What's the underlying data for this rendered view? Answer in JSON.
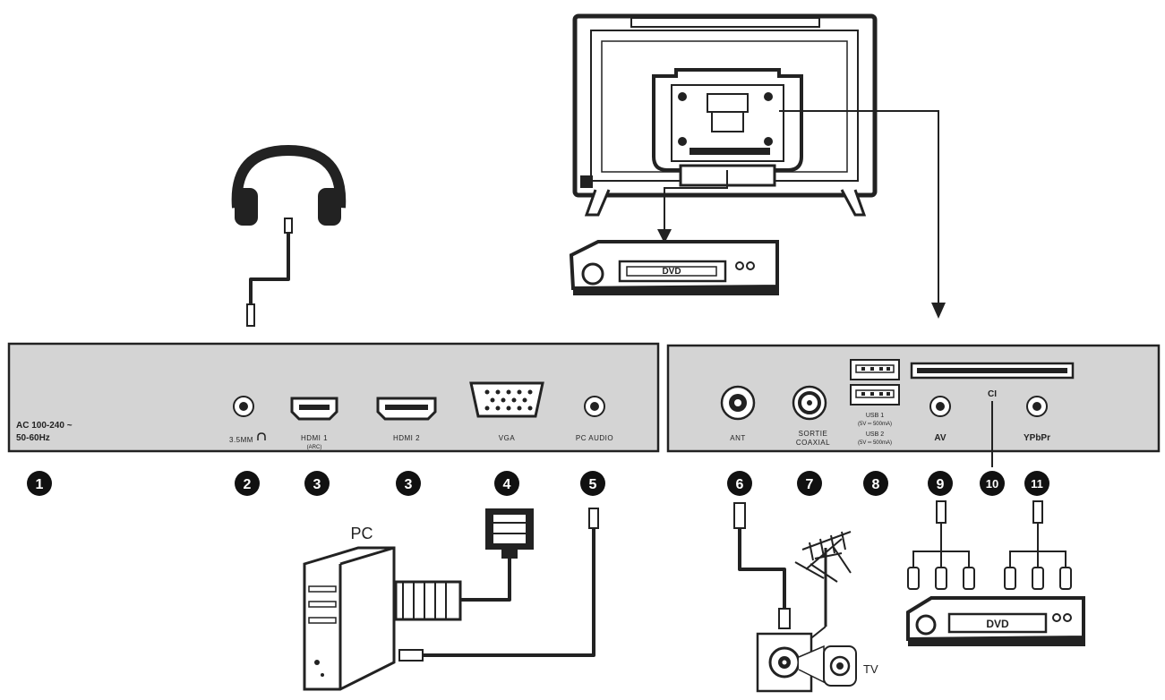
{
  "left_panel": {
    "power_label_line1": "AC 100-240 ~",
    "power_label_line2": "50-60Hz",
    "ports": {
      "headphone": "3.5MM",
      "hdmi1": "HDMI 1",
      "hdmi1_sub": "(ARC)",
      "hdmi2": "HDMI 2",
      "vga": "VGA",
      "pc_audio": "PC AUDIO"
    }
  },
  "right_panel": {
    "ports": {
      "ant": "ANT",
      "coaxial_line1": "SORTIE",
      "coaxial_line2": "COAXIAL",
      "usb1_line1": "USB 1",
      "usb1_line2": "(5V ═ 500mA)",
      "usb2_line1": "USB 2",
      "usb2_line2": "(5V ═ 500mA)",
      "av": "AV",
      "ci": "CI",
      "ypbpr": "YPbPr"
    }
  },
  "numbers": [
    "1",
    "2",
    "3",
    "3",
    "4",
    "5",
    "6",
    "7",
    "8",
    "9",
    "10",
    "11"
  ],
  "devices": {
    "pc_label": "PC",
    "dvd_top_label": "DVD",
    "dvd_bottom_label": "DVD",
    "wall_socket_label": "TV"
  },
  "icons": [
    "headphones-icon",
    "headphone-jack-icon",
    "antenna-icon",
    "tv-back-icon",
    "dvd-player-icon",
    "pc-tower-icon"
  ]
}
